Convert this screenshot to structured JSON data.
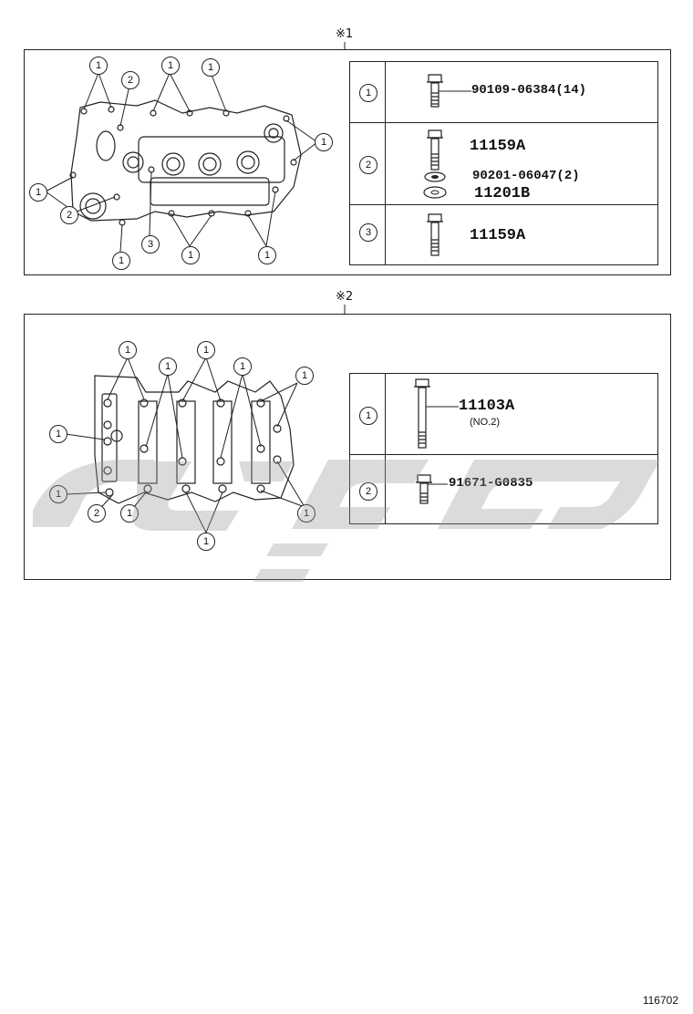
{
  "sections": [
    {
      "label": "※1",
      "rows": [
        {
          "id": "1",
          "parts": [
            {
              "pn": "90109-06384(14)"
            }
          ]
        },
        {
          "id": "2",
          "parts": [
            {
              "pn": "11159A"
            },
            {
              "pn": "90201-06047(2)"
            },
            {
              "pn": "11201B"
            }
          ]
        },
        {
          "id": "3",
          "parts": [
            {
              "pn": "11159A"
            }
          ]
        }
      ]
    },
    {
      "label": "※2",
      "rows": [
        {
          "id": "1",
          "parts": [
            {
              "pn": "11103A",
              "note": "(NO.2)"
            }
          ]
        },
        {
          "id": "2",
          "parts": [
            {
              "pn": "91671-G0835"
            }
          ]
        }
      ]
    }
  ],
  "callouts": {
    "one": "1",
    "two": "2",
    "three": "3"
  },
  "document_number": "116702",
  "watermark_label": "logo"
}
